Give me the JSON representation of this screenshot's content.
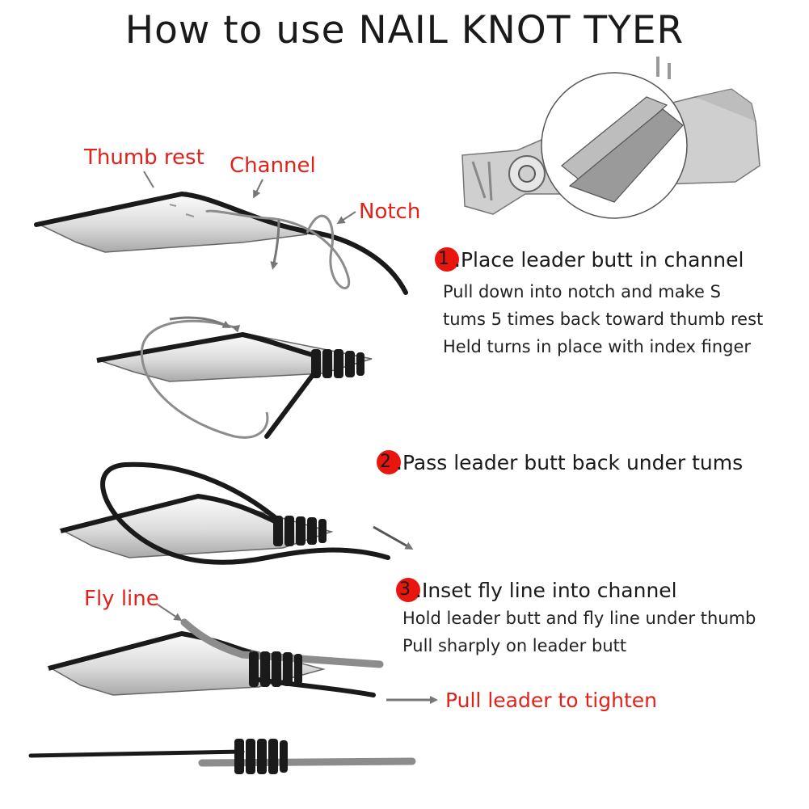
{
  "title": "How to use NAIL KNOT TYER",
  "labels": {
    "thumb_rest": "Thumb rest",
    "channel": "Channel",
    "notch": "Notch",
    "fly_line": "Fly line"
  },
  "steps": [
    {
      "number": "1",
      "heading": ".Place leader butt in channel",
      "lines": [
        "Pull down into notch and make S",
        "tums 5 times back toward thumb rest",
        "Held turns in place with index finger"
      ]
    },
    {
      "number": "2",
      "heading": ".Pass leader butt back under tums",
      "lines": []
    },
    {
      "number": "3",
      "heading": ".Inset fly line into channel",
      "lines": [
        "Hold leader butt and fly line under thumb",
        "Pull sharply on leader butt"
      ]
    }
  ],
  "pull_text": "Pull leader to tighten",
  "colors": {
    "label_red": "#e0221b",
    "badge_red": "#e8160f",
    "line_dark": "#1a1a1a",
    "line_grey": "#8c8c8c",
    "tool_light": "#eeeeee"
  }
}
